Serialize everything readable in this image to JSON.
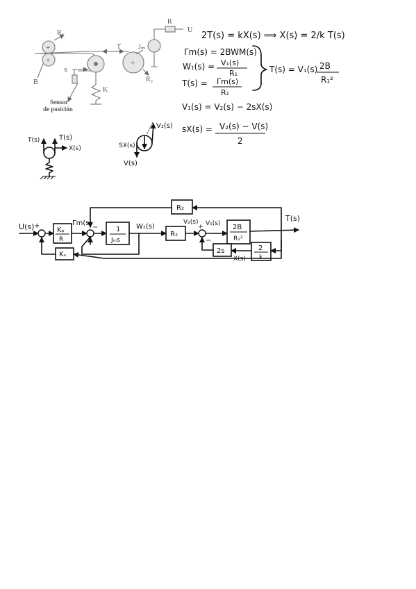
{
  "mechanism": {
    "labels": {
      "r1": "R₁",
      "b": "B",
      "x": "x",
      "t": "T",
      "jm": "Jₘ",
      "plus": "+",
      "r2": "R₂",
      "r": "R",
      "u": "U",
      "k": "K",
      "sensor_line1": "Sensor",
      "sensor_line2": "de posición"
    }
  },
  "equations": {
    "eq1": "2T(s) = kX(s) ⟹ X(s) = 2/k T(s)",
    "eq2": "Γm(s) = 2BWM(s)",
    "eq3_lhs": "W₁(s) =",
    "eq3_num": "V₁(s)",
    "eq3_den": "R₁",
    "eq4_lhs": "T(s) =",
    "eq4_num": "Γm(s)",
    "eq4_den": "R₁",
    "result_lhs": "T(s) = V₁(s)",
    "result_num": "2B",
    "result_den": "R₁²",
    "eq5": "V₁(s) = V₂(s) − 2sX(s)",
    "eq6_lhs": "sX(s) =",
    "eq6_num": "V₂(s) − V(s)",
    "eq6_den": "2"
  },
  "fbd": {
    "left": {
      "t_left": "T(s)",
      "t_up": "T(s)",
      "x": "X(s)"
    },
    "right": {
      "sx": "SX(s)",
      "v2": "V₂(s)",
      "v": "V(s)"
    }
  },
  "block_diagram": {
    "input_label": "U(s)",
    "input_sign": "+",
    "gamma_label": "Γm(s)",
    "w2_label": "W₂(s)",
    "v2_label": "V₂(s)",
    "v1_label": "V₁(s)",
    "output_label": "T(s)",
    "x_label": "X(s)",
    "fb_minus": "−",
    "plus_sign": "+",
    "blocks": {
      "kp_num": "Kₚ",
      "kp_den": "R",
      "jm_num": "1",
      "jm_den": "Jₘs",
      "r2_fwd": "R₂",
      "b_num": "2B",
      "b_den": "R₁²",
      "r2_top": "R₂",
      "ks": "Kₛ",
      "two_s": "2s",
      "twok_num": "2",
      "twok_den": "k"
    }
  }
}
